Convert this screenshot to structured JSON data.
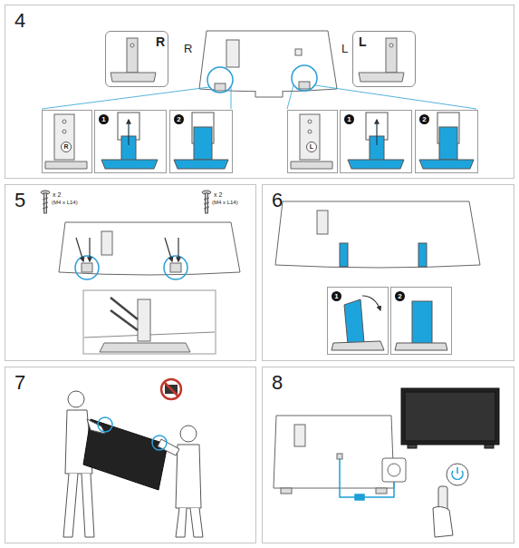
{
  "diagram": {
    "nodes": [
      {
        "text": [
          "4"
        ]
      },
      {
        "text": [
          "R"
        ],
        "in": 0
      },
      {
        "text": [
          "L"
        ],
        "in": 0
      },
      {
        "text": [
          "R"
        ],
        "in": 0
      },
      {
        "text": [
          "1"
        ],
        "in": 0
      },
      {
        "text": [
          "2"
        ],
        "in": 0
      },
      {
        "text": [
          "L"
        ],
        "in": 0
      },
      {
        "text": [
          "1"
        ],
        "in": 0
      },
      {
        "text": [
          "2"
        ],
        "in": 0
      },
      {
        "text": [
          "5"
        ]
      },
      {
        "text": [
          "6"
        ]
      },
      {
        "text": [
          "1"
        ],
        "in": 10
      },
      {
        "text": [
          "2"
        ],
        "in": 10
      },
      {
        "text": [
          "7"
        ]
      },
      {
        "text": [
          "8"
        ]
      }
    ],
    "labels": [
      "R",
      "L",
      "x 2",
      "(M4 x L14)",
      "x 2",
      "(M4 x L14)"
    ]
  }
}
